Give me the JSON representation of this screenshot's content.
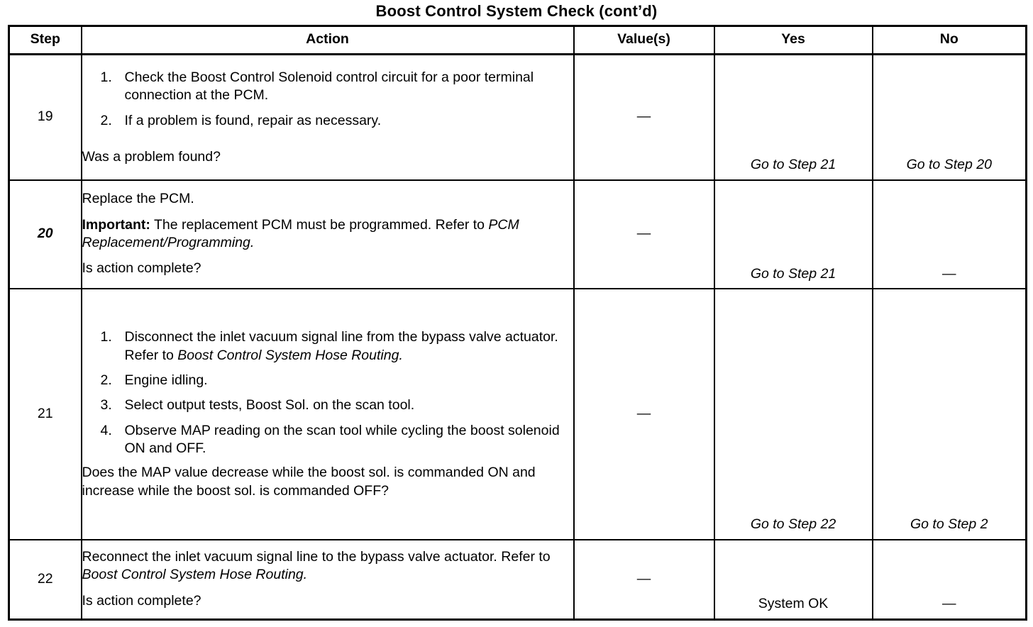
{
  "document": {
    "title": "Boost Control System Check (cont’d)"
  },
  "table": {
    "headers": {
      "step": "Step",
      "action": "Action",
      "values": "Value(s)",
      "yes": "Yes",
      "no": "No"
    },
    "rows": [
      {
        "step": "19",
        "step_italic": false,
        "action": {
          "numbered": [
            "Check the Boost Control Solenoid control circuit for a poor terminal connection at the PCM.",
            "If a problem is found, repair as necessary."
          ],
          "numbers": [
            "1.",
            "2."
          ],
          "question": "Was a problem found?"
        },
        "value": "—",
        "yes": "Go to Step 21",
        "no": "Go to Step 20"
      },
      {
        "step": "20",
        "step_italic": true,
        "action": {
          "lead": "Replace the PCM.",
          "important_label": "Important:",
          "important_text": " The replacement PCM must be programmed. Refer to ",
          "important_ref": "PCM Replacement/Programming.",
          "question": "Is action complete?"
        },
        "value": "—",
        "yes": "Go to Step 21",
        "no": "—"
      },
      {
        "step": "21",
        "step_italic": false,
        "action": {
          "numbers": [
            "1.",
            "2.",
            "3.",
            "4."
          ],
          "item1_a": "Disconnect the inlet vacuum signal line from the bypass valve actuator. Refer to ",
          "item1_ref": "Boost Control System Hose Routing.",
          "item2": "Engine idling.",
          "item3": "Select output tests, Boost Sol. on the scan tool.",
          "item4": "Observe MAP reading on the scan tool while cycling the boost solenoid ON and OFF.",
          "question": "Does the MAP value decrease while the boost sol. is commanded ON and increase while the boost sol. is commanded OFF?"
        },
        "value": "—",
        "yes": "Go to Step 22",
        "no": "Go to Step 2"
      },
      {
        "step": "22",
        "step_italic": false,
        "action": {
          "lead_a": "Reconnect the inlet vacuum signal line to the bypass valve actuator. Refer to ",
          "lead_ref": "Boost Control System Hose Routing.",
          "question": "Is action complete?"
        },
        "value": "—",
        "yes": "System OK",
        "no": "—"
      }
    ]
  }
}
